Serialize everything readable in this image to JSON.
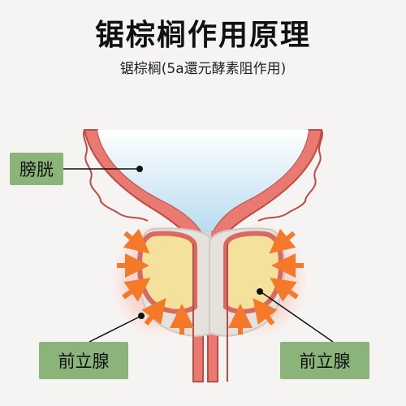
{
  "title": "锯棕榈作用原理",
  "subtitle": "锯棕榈(5a還元酵素阻作用)",
  "labels": {
    "bladder": "膀胱",
    "prostate_left": "前立腺",
    "prostate_right": "前立腺"
  },
  "colors": {
    "background": "#f6f4f2",
    "tissue": "#e87a72",
    "tissue_outline": "#c24a44",
    "fluid": "#cde6f4",
    "gland_fill": "#f3e19c",
    "arrow": "#f47a2a",
    "label_box": "#8ab47a"
  }
}
